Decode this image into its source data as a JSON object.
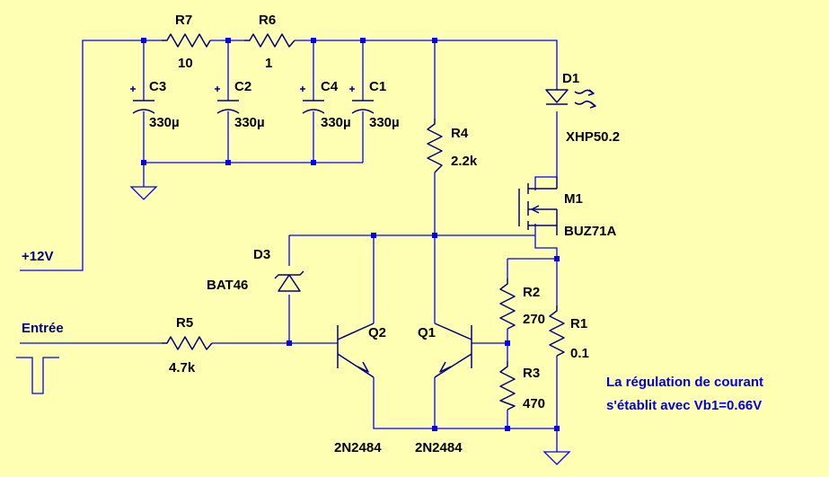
{
  "colors": {
    "background": "#ffffb4",
    "wire": "#0000ff",
    "component": "#000080",
    "label": "#000000",
    "note": "#0000e0"
  },
  "nets": {
    "supply": "+12V",
    "input": "Entrée"
  },
  "components": {
    "R7": {
      "ref": "R7",
      "value": "10"
    },
    "R6": {
      "ref": "R6",
      "value": "1"
    },
    "C3": {
      "ref": "C3",
      "value": "330µ"
    },
    "C2": {
      "ref": "C2",
      "value": "330µ"
    },
    "C4": {
      "ref": "C4",
      "value": "330µ"
    },
    "C1": {
      "ref": "C1",
      "value": "330µ"
    },
    "R4": {
      "ref": "R4",
      "value": "2.2k"
    },
    "D1": {
      "ref": "D1",
      "value": "XHP50.2"
    },
    "M1": {
      "ref": "M1",
      "value": "BUZ71A"
    },
    "D3": {
      "ref": "D3",
      "value": "BAT46"
    },
    "R5": {
      "ref": "R5",
      "value": "4.7k"
    },
    "Q2": {
      "ref": "Q2",
      "value": "2N2484"
    },
    "Q1": {
      "ref": "Q1",
      "value": "2N2484"
    },
    "R2": {
      "ref": "R2",
      "value": "270"
    },
    "R3": {
      "ref": "R3",
      "value": "470"
    },
    "R1": {
      "ref": "R1",
      "value": "0.1"
    }
  },
  "note": {
    "line1": "La régulation de courant",
    "line2": "s'établit avec Vb1=0.66V"
  }
}
